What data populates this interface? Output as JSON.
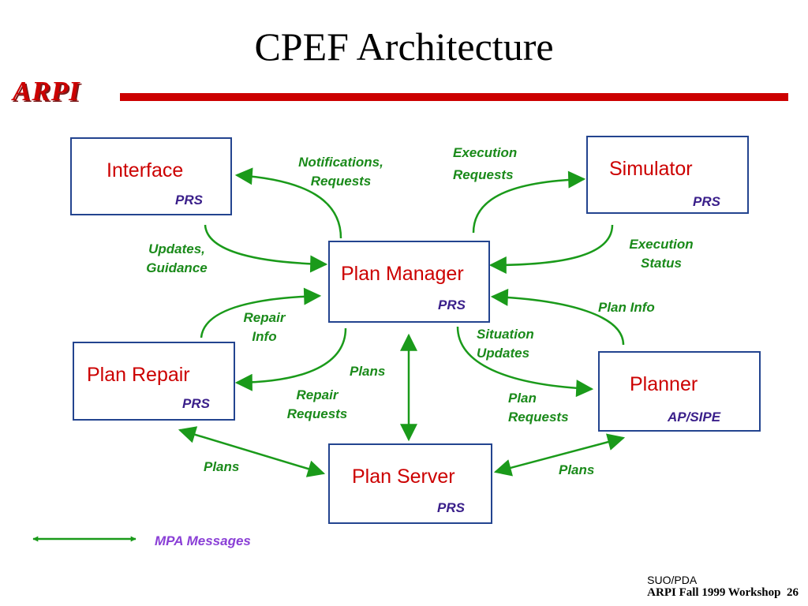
{
  "title": "CPEF Architecture",
  "logo": "ARPI",
  "colors": {
    "brand_red": "#cc0000",
    "box_border": "#23448f",
    "component_name": "#cc0000",
    "component_subtitle": "#3a1f8a",
    "message_label": "#1a8a1a",
    "legend_text": "#8a3fd6"
  },
  "components": {
    "interface": {
      "name": "Interface",
      "sub": "PRS"
    },
    "simulator": {
      "name": "Simulator",
      "sub": "PRS"
    },
    "plan_manager": {
      "name": "Plan Manager",
      "sub": "PRS"
    },
    "plan_repair": {
      "name": "Plan Repair",
      "sub": "PRS"
    },
    "planner": {
      "name": "Planner",
      "sub": "AP/SIPE"
    },
    "plan_server": {
      "name": "Plan Server",
      "sub": "PRS"
    }
  },
  "labels": {
    "notifications": [
      "Notifications,",
      "Requests"
    ],
    "execution_requests": [
      "Execution",
      "Requests"
    ],
    "updates": [
      "Updates,",
      "Guidance"
    ],
    "execution_status": [
      "Execution",
      "Status"
    ],
    "repair_info": [
      "Repair",
      "Info"
    ],
    "plan_info": "Plan Info",
    "situation_updates": [
      "Situation",
      "Updates"
    ],
    "plans_center": "Plans",
    "repair_requests": [
      "Repair",
      "Requests"
    ],
    "plan_requests": [
      "Plan",
      "Requests"
    ],
    "plans_left": "Plans",
    "plans_right": "Plans"
  },
  "legend": {
    "label": "MPA Messages"
  },
  "footer": {
    "line1": "SUO/PDA",
    "line2": "ARPI Fall 1999 Workshop",
    "page": "26"
  }
}
